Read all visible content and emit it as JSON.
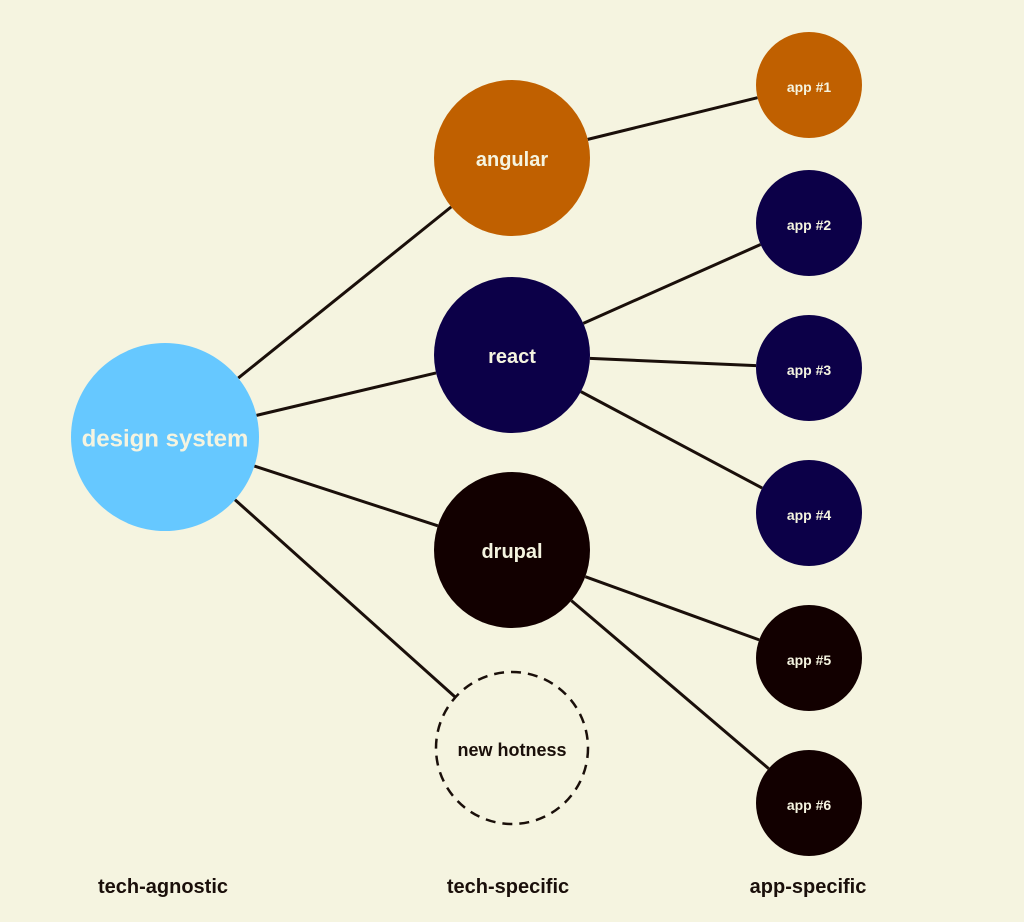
{
  "diagram": {
    "colors": {
      "background": "#f5f4e0",
      "edge": "#1a0f0a",
      "design_system": "#66c8ff",
      "angular": "#c06000",
      "react": "#0c0048",
      "drupal": "#120000",
      "label_light": "#f5f4e0",
      "label_dark": "#1a0f0a"
    },
    "nodes": {
      "design_system": {
        "label": "design system"
      },
      "angular": {
        "label": "angular"
      },
      "react": {
        "label": "react"
      },
      "drupal": {
        "label": "drupal"
      },
      "new_hotness": {
        "label": "new hotness"
      },
      "app1": {
        "label": "app #1"
      },
      "app2": {
        "label": "app #2"
      },
      "app3": {
        "label": "app #3"
      },
      "app4": {
        "label": "app #4"
      },
      "app5": {
        "label": "app #5"
      },
      "app6": {
        "label": "app #6"
      }
    },
    "edges": [
      [
        "design_system",
        "angular"
      ],
      [
        "design_system",
        "react"
      ],
      [
        "design_system",
        "drupal"
      ],
      [
        "design_system",
        "new_hotness"
      ],
      [
        "angular",
        "app1"
      ],
      [
        "react",
        "app2"
      ],
      [
        "react",
        "app3"
      ],
      [
        "react",
        "app4"
      ],
      [
        "drupal",
        "app5"
      ],
      [
        "drupal",
        "app6"
      ]
    ],
    "columns": {
      "tech_agnostic": "tech-agnostic",
      "tech_specific": "tech-specific",
      "app_specific": "app-specific"
    }
  }
}
